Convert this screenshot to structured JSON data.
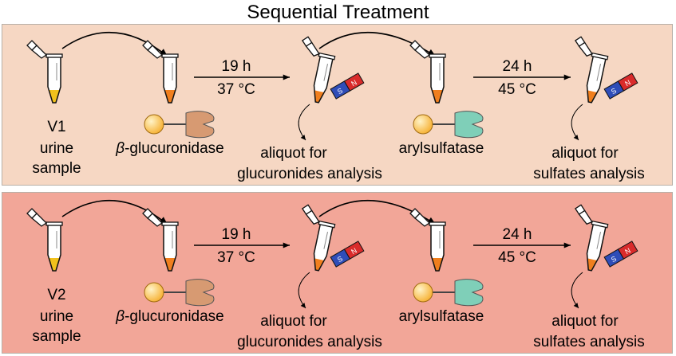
{
  "title": "Sequential Treatment",
  "panels": [
    {
      "sample_id": "V1",
      "sample_line1": "urine",
      "sample_line2": "sample",
      "enzyme1_prefix": "β",
      "enzyme1_name": "-glucuronidase",
      "step1_time": "19 h",
      "step1_temp": "37 °C",
      "aliquot1_line1": "aliquot for",
      "aliquot1_line2": "glucuronides analysis",
      "enzyme2_name": "arylsulfatase",
      "step2_time": "24 h",
      "step2_temp": "45 °C",
      "aliquot2_line1": "aliquot for",
      "aliquot2_line2": "sulfates analysis",
      "background_color": "#f6d7c3"
    },
    {
      "sample_id": "V2",
      "sample_line1": "urine",
      "sample_line2": "sample",
      "enzyme1_prefix": "β",
      "enzyme1_name": "-glucuronidase",
      "step1_time": "19 h",
      "step1_temp": "37 °C",
      "aliquot1_line1": "aliquot for",
      "aliquot1_line2": "glucuronides analysis",
      "enzyme2_name": "arylsulfatase",
      "step2_time": "24 h",
      "step2_temp": "45 °C",
      "aliquot2_line1": "aliquot for",
      "aliquot2_line2": "sulfates analysis",
      "background_color": "#f2a698"
    }
  ],
  "magnet_pole_labels": [
    "S",
    "N"
  ],
  "colors": {
    "sample_liquid": "#f2c21c",
    "treated_liquid": "#f07f1e",
    "enzyme1_ligand": "#d79a72",
    "enzyme2_ligand": "#7fcfb8",
    "bead": "#f7b53c",
    "magnet_south": "#2f4db8",
    "magnet_north": "#d92b2b"
  }
}
